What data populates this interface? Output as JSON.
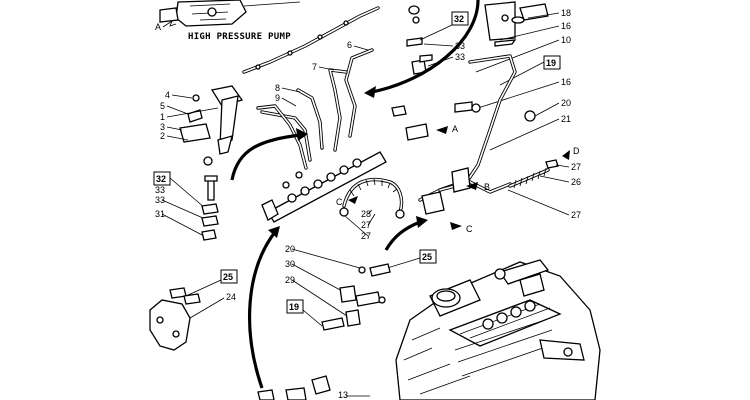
{
  "title": "HIGH PRESSURE PUMP",
  "letters": {
    "A": "A",
    "B": "B",
    "C": "C",
    "D": "D"
  },
  "refs": {
    "r32": "32",
    "r19": "19",
    "r25": "25"
  },
  "labels": {
    "n18": "18",
    "n16": "16",
    "n10": "10",
    "n6": "6",
    "n33": "33",
    "n7": "7",
    "n8": "8",
    "n9": "9",
    "n4": "4",
    "n5": "5",
    "n1": "1",
    "n3": "3",
    "n2": "2",
    "n20": "20",
    "n21": "21",
    "n27": "27",
    "n26": "26",
    "n31": "31",
    "n28": "28",
    "n30": "30",
    "n29": "29",
    "n24": "24",
    "n13": "13"
  }
}
